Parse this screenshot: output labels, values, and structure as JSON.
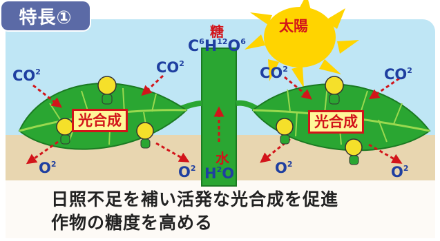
{
  "badge": {
    "label": "特長①"
  },
  "sun": {
    "label": "太陽"
  },
  "stem": {
    "sugar_label": "糖",
    "formula": {
      "c": "C",
      "c_n": "6",
      "h": "H",
      "h_n": "12",
      "o": "O",
      "o_n": "6"
    },
    "water_label": "水",
    "water_formula": {
      "h": "H",
      "h_n": "2",
      "o": "O"
    }
  },
  "left_leaf": {
    "co2_left": {
      "base": "CO",
      "n": "2"
    },
    "co2_right": {
      "base": "CO",
      "n": "2"
    },
    "o2_left": {
      "base": "O",
      "n": "2"
    },
    "o2_right": {
      "base": "O",
      "n": "2"
    },
    "photosynthesis": "光合成"
  },
  "right_leaf": {
    "co2_left": {
      "base": "CO",
      "n": "2"
    },
    "co2_right": {
      "base": "CO",
      "n": "2"
    },
    "o2_left": {
      "base": "O",
      "n": "2"
    },
    "o2_right": {
      "base": "O",
      "n": "2"
    },
    "photosynthesis": "光合成"
  },
  "caption": {
    "line1": "日照不足を補い活発な光合成を促進",
    "line2": "作物の糖度を高める"
  },
  "colors": {
    "leaf": "#2aa632",
    "vein": "#9ad94f",
    "sky": "#bfe6f5",
    "soil": "#e8d6b0",
    "accent_red": "#d2141a",
    "text_blue": "#1f3fa0",
    "badge": "#5b6aa6",
    "sun": "#ffd400"
  },
  "icons": [
    "sun-icon",
    "leaf-left",
    "leaf-right",
    "stem",
    "mascot-icon"
  ]
}
